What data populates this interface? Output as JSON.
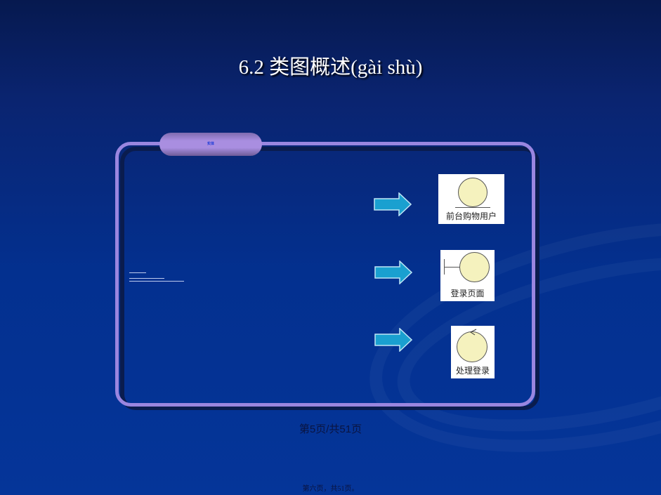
{
  "slide": {
    "title": "6.2  类图概述(gài shù)",
    "pill_label": "实体"
  },
  "icons": [
    {
      "name": "actor",
      "label": "前台购物用户"
    },
    {
      "name": "boundary",
      "label": "登录页面"
    },
    {
      "name": "control",
      "label": "处理登录"
    }
  ],
  "colors": {
    "frame": "#9a86e0",
    "arrow": "#1aa0d0",
    "circle": "#f5f2be"
  },
  "footer": {
    "pager": "第5页/共51页",
    "note": "第六页，共51页。"
  }
}
